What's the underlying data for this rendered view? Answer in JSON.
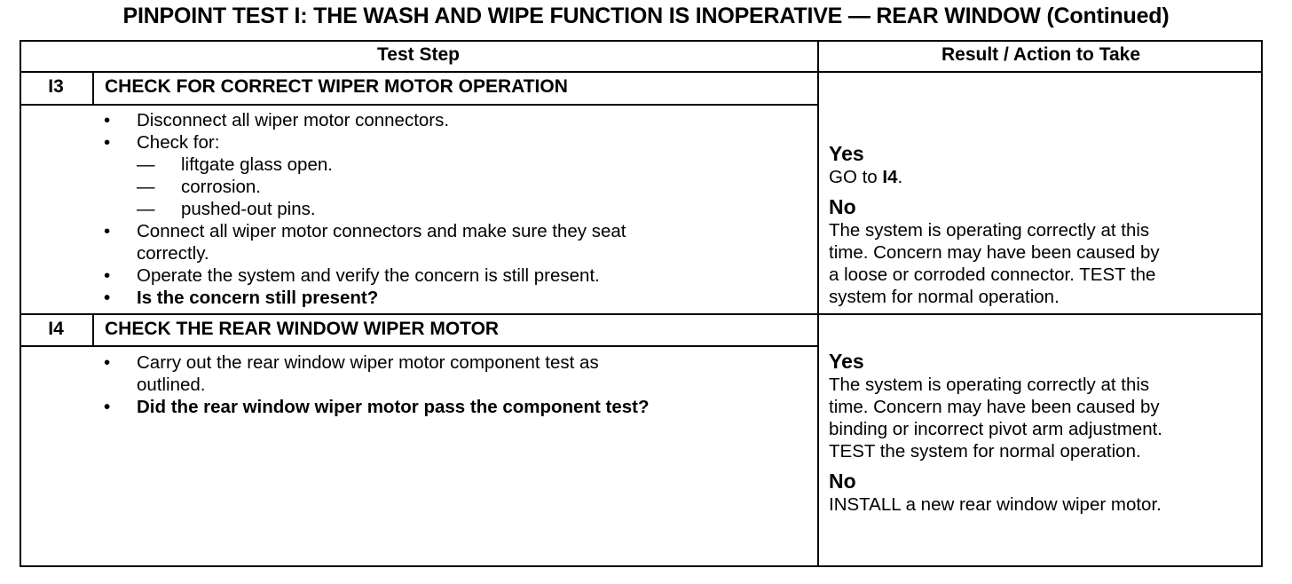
{
  "title": "PINPOINT TEST I: THE WASH AND WIPE FUNCTION IS INOPERATIVE — REAR WINDOW (Continued)",
  "headers": {
    "test_step": "Test Step",
    "result": "Result / Action to Take"
  },
  "steps": [
    {
      "id": "I3",
      "title": "CHECK FOR CORRECT WIPER MOTOR OPERATION",
      "lines": [
        {
          "kind": "bullet",
          "text": "Disconnect all wiper motor connectors."
        },
        {
          "kind": "bullet",
          "text": "Check for:"
        },
        {
          "kind": "dash",
          "dash": "—",
          "text": "liftgate glass open."
        },
        {
          "kind": "dash",
          "dash": "—",
          "text": "corrosion."
        },
        {
          "kind": "dash",
          "dash": "—",
          "text": "pushed-out pins."
        },
        {
          "kind": "bullet",
          "text": "Connect all wiper motor connectors and make sure they seat"
        },
        {
          "kind": "cont",
          "text": "correctly."
        },
        {
          "kind": "bullet",
          "text": "Operate the system and verify the concern is still present."
        },
        {
          "kind": "bullet-bold",
          "text": "Is the concern still present?"
        }
      ],
      "results": {
        "yes_label": "Yes",
        "yes_prefix": "GO to ",
        "yes_target": "I4",
        "yes_suffix": ".",
        "no_label": "No",
        "no_lines": [
          "The system is operating correctly at this",
          "time. Concern may have been caused by",
          "a loose or corroded connector. TEST the",
          "system for normal operation."
        ]
      }
    },
    {
      "id": "I4",
      "title": "CHECK THE REAR WINDOW WIPER MOTOR",
      "lines": [
        {
          "kind": "bullet",
          "text": "Carry out the rear window wiper motor component test as"
        },
        {
          "kind": "cont",
          "text": "outlined."
        },
        {
          "kind": "bullet-bold",
          "text": "Did the rear window wiper motor pass the component test?"
        }
      ],
      "results": {
        "yes_label": "Yes",
        "yes_lines": [
          "The system is operating correctly at this",
          "time. Concern may have been caused by",
          "binding or incorrect pivot arm adjustment.",
          "TEST the system for normal operation."
        ],
        "no_label": "No",
        "no_lines": [
          "INSTALL a new rear window wiper motor."
        ]
      }
    }
  ]
}
